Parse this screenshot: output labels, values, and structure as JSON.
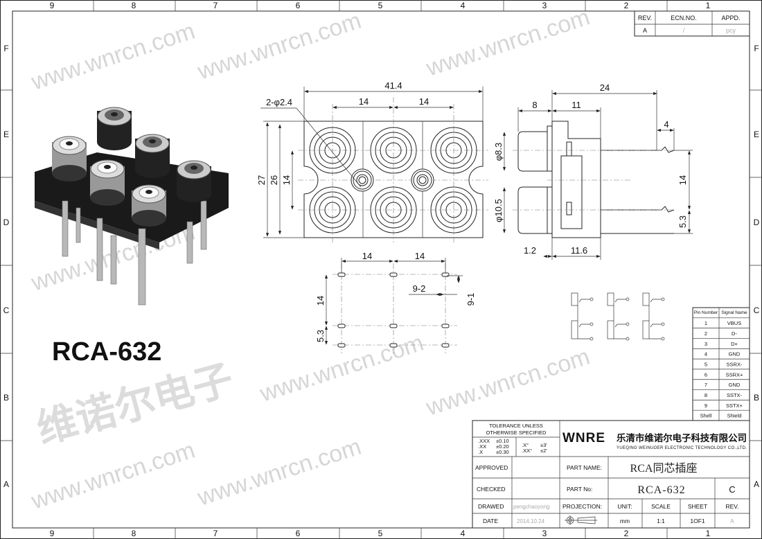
{
  "frame": {
    "columns": [
      "9",
      "8",
      "7",
      "6",
      "5",
      "4",
      "3",
      "2",
      "1"
    ],
    "rows": [
      "F",
      "E",
      "D",
      "C",
      "B",
      "A"
    ]
  },
  "watermark": {
    "text": "www.wnrcn.com",
    "cn_text": "维诺尔电子"
  },
  "product_label": "RCA-632",
  "revision_table": {
    "headers": [
      "REV.",
      "ECN.NO.",
      "APPD."
    ],
    "row": [
      "A",
      "/",
      "pcy"
    ]
  },
  "front_view": {
    "overall_width": "41.4",
    "hole_callout": "2-φ2.4",
    "pitch_1": "14",
    "pitch_2": "14",
    "height_27": "27",
    "height_26": "26",
    "row_pitch": "14"
  },
  "side_view": {
    "overall_depth": "24",
    "jack_length": "8",
    "body_depth": "11",
    "pin_tail": "4",
    "top_dia": "φ8.3",
    "bottom_dia": "φ10.5",
    "row_pitch": "14",
    "pin_offset": "5.3",
    "flange": "1.2",
    "body_base": "11.6"
  },
  "pcb_layout": {
    "pitch_1": "14",
    "pitch_2": "14",
    "row_pitch": "14",
    "pin_offset": "5.3",
    "slot_w": "9-2",
    "slot_h": "9-1"
  },
  "pin_table": {
    "headers": [
      "Pin Number",
      "Signal Name"
    ],
    "rows": [
      [
        "1",
        "VBUS"
      ],
      [
        "2",
        "D-"
      ],
      [
        "3",
        "D+"
      ],
      [
        "4",
        "GND"
      ],
      [
        "5",
        "SSRX-"
      ],
      [
        "6",
        "SSRX+"
      ],
      [
        "7",
        "GND"
      ],
      [
        "8",
        "SSTX-"
      ],
      [
        "9",
        "SSTX+"
      ],
      [
        "Shell",
        "Shield"
      ]
    ]
  },
  "title_block": {
    "tolerance_title_1": "TOLERANCE  UNLESS",
    "tolerance_title_2": "OTHERWISE  SPECIFIED",
    "tol_lin": [
      [
        ".XXX",
        "±0.10"
      ],
      [
        ".XX",
        "±0.20"
      ],
      [
        ".X",
        "±0.30"
      ]
    ],
    "tol_ang": [
      [
        ".X°",
        "±3'"
      ],
      [
        ".XX°",
        "±2'"
      ]
    ],
    "logo": "WNRE",
    "company_cn": "乐清市维诺尔电子科技有限公司",
    "company_en": "YUEQING WEINUOER ELECTRONIC TECHNOLOGY CO.,LTD.",
    "approved_label": "APPROVED",
    "checked_label": "CHECKED",
    "drawed_label": "DRAWED",
    "drawed_value": "pengchaoyong",
    "date_label": "DATE",
    "date_value": "2014.10.24",
    "part_name_label": "PART  NAME:",
    "part_name_value": "RCA同芯插座",
    "part_no_label": "PART  No:",
    "part_no_value": "RCA-632",
    "size_value": "C",
    "projection_label": "PROJECTION:",
    "unit_label": "UNIT:",
    "unit_value": "mm",
    "scale_label": "SCALE",
    "scale_value": "1:1",
    "sheet_label": "SHEET",
    "sheet_value": "1OF1",
    "rev_label": "REV.",
    "rev_value": "A"
  }
}
